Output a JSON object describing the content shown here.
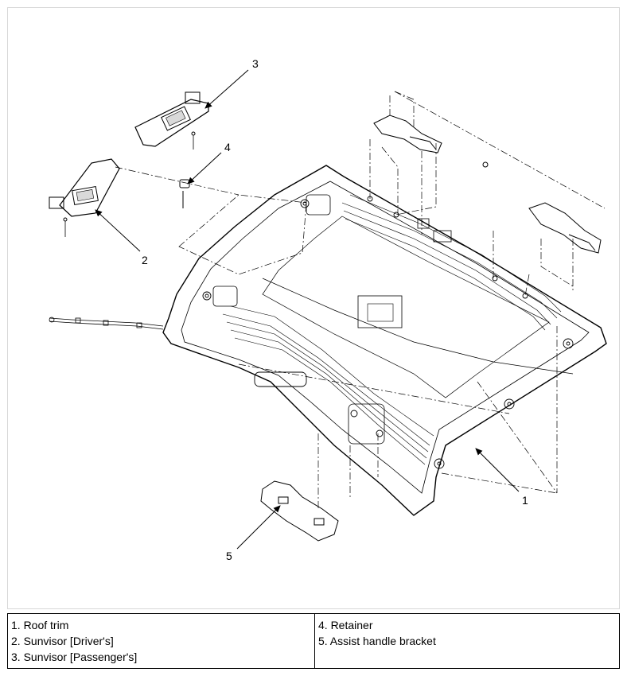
{
  "callouts": {
    "roof_trim": "1",
    "sunvisor_driver": "2",
    "sunvisor_passenger": "3",
    "retainer": "4",
    "assist_handle_bracket": "5"
  },
  "legend": {
    "left": [
      "1. Roof trim",
      "2. Sunvisor [Driver's]",
      "3. Sunvisor [Passenger's]"
    ],
    "right": [
      "4. Retainer",
      "5. Assist handle bracket"
    ]
  }
}
